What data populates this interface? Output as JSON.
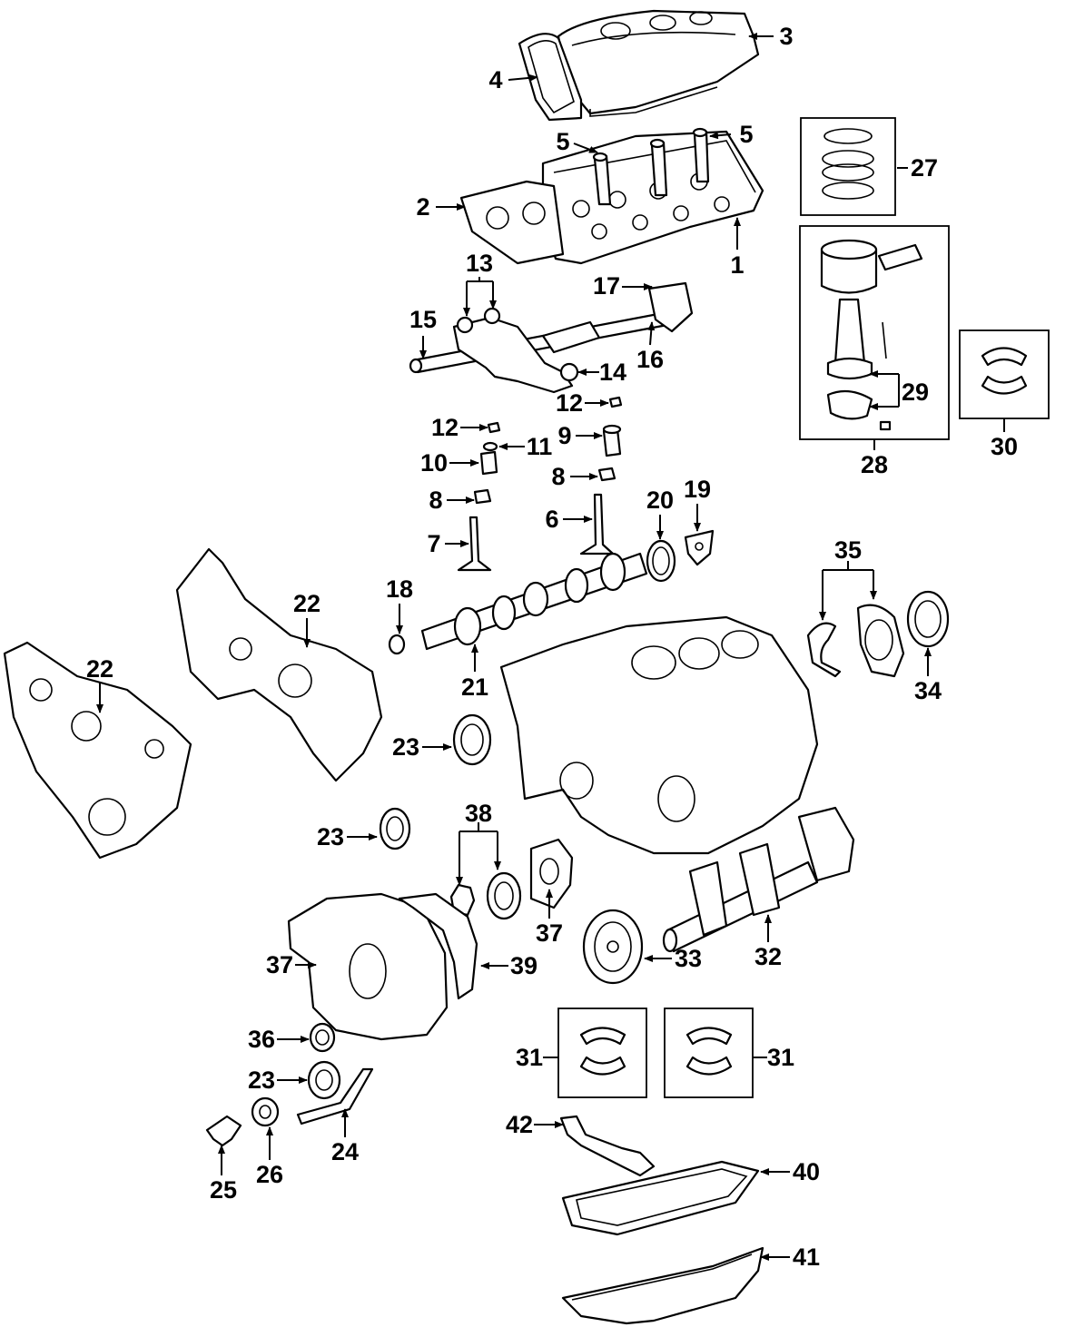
{
  "callouts": [
    {
      "id": "c3",
      "text": "3"
    },
    {
      "id": "c4",
      "text": "4"
    },
    {
      "id": "c5a",
      "text": "5"
    },
    {
      "id": "c5b",
      "text": "5"
    },
    {
      "id": "c2",
      "text": "2"
    },
    {
      "id": "c1",
      "text": "1"
    },
    {
      "id": "c27",
      "text": "27"
    },
    {
      "id": "c28",
      "text": "28"
    },
    {
      "id": "c29",
      "text": "29"
    },
    {
      "id": "c30",
      "text": "30"
    },
    {
      "id": "c13",
      "text": "13"
    },
    {
      "id": "c17",
      "text": "17"
    },
    {
      "id": "c15",
      "text": "15"
    },
    {
      "id": "c16",
      "text": "16"
    },
    {
      "id": "c14",
      "text": "14"
    },
    {
      "id": "c12a",
      "text": "12"
    },
    {
      "id": "c12b",
      "text": "12"
    },
    {
      "id": "c9",
      "text": "9"
    },
    {
      "id": "c11",
      "text": "11"
    },
    {
      "id": "c10",
      "text": "10"
    },
    {
      "id": "c8a",
      "text": "8"
    },
    {
      "id": "c8b",
      "text": "8"
    },
    {
      "id": "c7",
      "text": "7"
    },
    {
      "id": "c6",
      "text": "6"
    },
    {
      "id": "c20",
      "text": "20"
    },
    {
      "id": "c19",
      "text": "19"
    },
    {
      "id": "c18",
      "text": "18"
    },
    {
      "id": "c21",
      "text": "21"
    },
    {
      "id": "c22a",
      "text": "22"
    },
    {
      "id": "c22b",
      "text": "22"
    },
    {
      "id": "c35",
      "text": "35"
    },
    {
      "id": "c34",
      "text": "34"
    },
    {
      "id": "c23a",
      "text": "23"
    },
    {
      "id": "c23b",
      "text": "23"
    },
    {
      "id": "c23c",
      "text": "23"
    },
    {
      "id": "c38",
      "text": "38"
    },
    {
      "id": "c37a",
      "text": "37"
    },
    {
      "id": "c37b",
      "text": "37"
    },
    {
      "id": "c39",
      "text": "39"
    },
    {
      "id": "c33",
      "text": "33"
    },
    {
      "id": "c32",
      "text": "32"
    },
    {
      "id": "c36",
      "text": "36"
    },
    {
      "id": "c31a",
      "text": "31"
    },
    {
      "id": "c31b",
      "text": "31"
    },
    {
      "id": "c24",
      "text": "24"
    },
    {
      "id": "c25",
      "text": "25"
    },
    {
      "id": "c26",
      "text": "26"
    },
    {
      "id": "c42",
      "text": "42"
    },
    {
      "id": "c40",
      "text": "40"
    },
    {
      "id": "c41",
      "text": "41"
    }
  ]
}
